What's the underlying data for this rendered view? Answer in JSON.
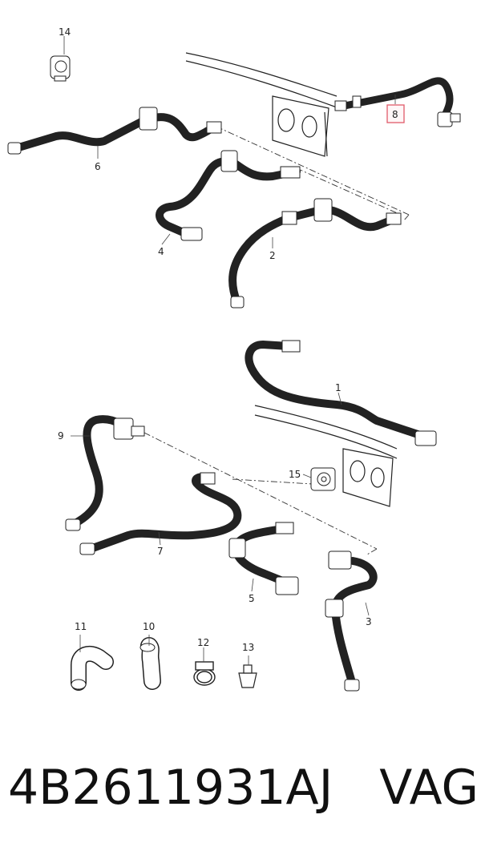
{
  "callouts": {
    "c1": "1",
    "c2": "2",
    "c3": "3",
    "c4": "4",
    "c5": "5",
    "c6": "6",
    "c7": "7",
    "c8": "8",
    "c9": "9",
    "c10": "10",
    "c11": "11",
    "c12": "12",
    "c13": "13",
    "c14": "14",
    "c15": "15"
  },
  "highlighted_callout": "8",
  "highlight_color": "#e05a6a",
  "caption": {
    "part_number": "4B2611931AJ",
    "brand": "VAG"
  }
}
